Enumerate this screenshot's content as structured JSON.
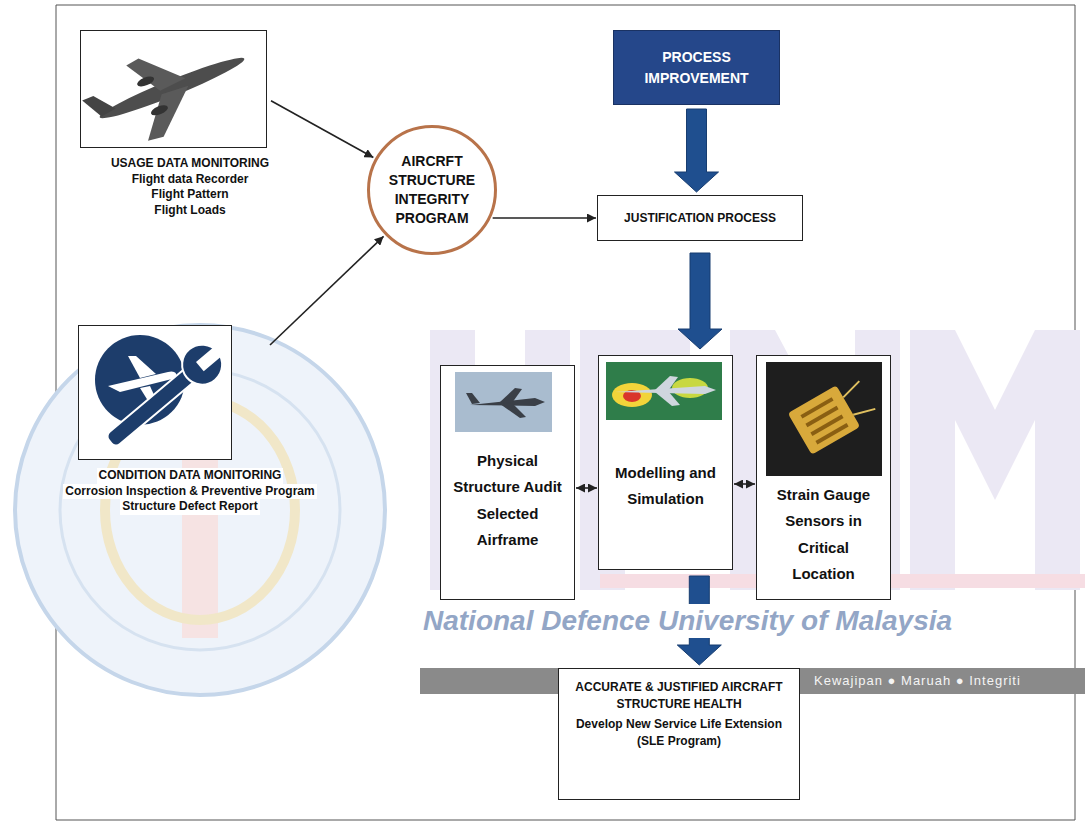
{
  "diagram": {
    "nodes": [
      {
        "text": [
          "USAGE DATA MONITORING",
          "Flight data Recorder",
          "Flight Pattern",
          "Flight Loads"
        ]
      },
      {
        "text": [
          "AIRCRFT STRUCTURE INTEGRITY PROGRAM"
        ]
      },
      {
        "text": [
          "PROCESS IMPROVEMENT"
        ]
      },
      {
        "text": [
          "JUSTIFICATION PROCESS"
        ]
      },
      {
        "text": [
          "CONDITION DATA MONITORING",
          "Corrosion Inspection & Preventive Program",
          "Structure Defect Report"
        ]
      },
      {
        "text": [
          "Physical Structure Audit Selected Airframe"
        ]
      },
      {
        "text": [
          "Modelling and Simulation"
        ]
      },
      {
        "text": [
          "Strain Gauge Sensors in Critical Location"
        ]
      },
      {
        "text": [
          "ACCURATE & JUSTIFIED AIRCRAFT STRUCTURE HEALTH",
          "Develop New Service Life Extension (SLE Program)"
        ]
      }
    ],
    "edges": [
      {
        "from": 0,
        "to": 1,
        "arrow": "to"
      },
      {
        "from": 4,
        "to": 1,
        "arrow": "to"
      },
      {
        "from": 1,
        "to": 3,
        "arrow": "to"
      },
      {
        "from": 2,
        "to": 3,
        "arrow": "to"
      },
      {
        "from": 3,
        "to": 6,
        "arrow": "to"
      },
      {
        "from": 5,
        "to": 6,
        "arrow": "both"
      },
      {
        "from": 6,
        "to": 7,
        "arrow": "both"
      },
      {
        "from": 6,
        "to": 8,
        "arrow": "to"
      }
    ],
    "labels": [
      "National Defence University of Malaysia",
      "Kewajipan ● Maruah ● Integriti"
    ]
  }
}
